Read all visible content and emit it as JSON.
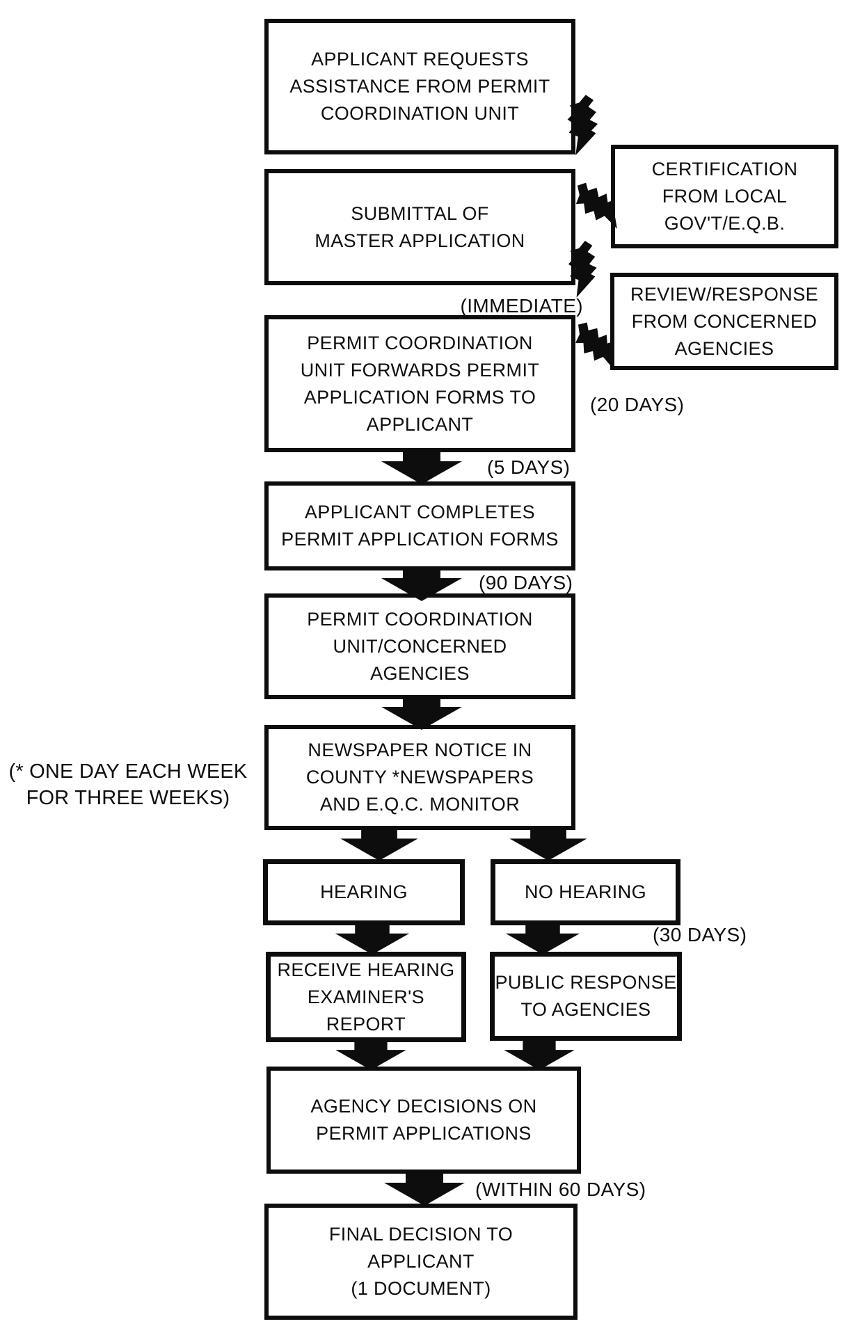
{
  "colors": {
    "ink": "#0d0d0d",
    "paper": "#ffffff"
  },
  "nodes": {
    "applicant_requests": {
      "lines": [
        "APPLICANT REQUESTS",
        "ASSISTANCE FROM PERMIT",
        "COORDINATION UNIT"
      ]
    },
    "submittal": {
      "lines": [
        "SUBMITTAL OF",
        "MASTER APPLICATION"
      ]
    },
    "certification": {
      "lines": [
        "CERTIFICATION",
        "FROM LOCAL",
        "GOV'T/E.Q.B."
      ]
    },
    "review_response": {
      "lines": [
        "REVIEW/RESPONSE",
        "FROM CONCERNED",
        "AGENCIES"
      ]
    },
    "pcu_forwards": {
      "lines": [
        "PERMIT COORDINATION",
        "UNIT FORWARDS PERMIT",
        "APPLICATION FORMS TO",
        "APPLICANT"
      ]
    },
    "applicant_completes": {
      "lines": [
        "APPLICANT COMPLETES",
        "PERMIT APPLICATION FORMS"
      ]
    },
    "pcu_concerned": {
      "lines": [
        "PERMIT COORDINATION",
        "UNIT/CONCERNED",
        "AGENCIES"
      ]
    },
    "newspaper_notice": {
      "lines": [
        "NEWSPAPER NOTICE IN",
        "COUNTY *NEWSPAPERS",
        "AND E.Q.C. MONITOR"
      ]
    },
    "hearing": {
      "lines": [
        "HEARING"
      ]
    },
    "no_hearing": {
      "lines": [
        "NO HEARING"
      ]
    },
    "receive_report": {
      "lines": [
        "RECEIVE HEARING",
        "EXAMINER'S",
        "REPORT"
      ]
    },
    "public_response": {
      "lines": [
        "PUBLIC RESPONSE",
        "TO AGENCIES"
      ]
    },
    "agency_decisions": {
      "lines": [
        "AGENCY DECISIONS ON",
        "PERMIT APPLICATIONS"
      ]
    },
    "final_decision": {
      "lines": [
        "FINAL DECISION TO",
        "APPLICANT",
        "(1 DOCUMENT)"
      ]
    }
  },
  "labels": {
    "immediate": "(IMMEDIATE)",
    "days_20": "(20 DAYS)",
    "days_5": "(5 DAYS)",
    "days_90": "(90 DAYS)",
    "days_30": "(30 DAYS)",
    "within_60": "(WITHIN 60 DAYS)",
    "note": {
      "lines": [
        "(* ONE DAY EACH WEEK",
        "FOR THREE WEEKS)"
      ]
    }
  }
}
